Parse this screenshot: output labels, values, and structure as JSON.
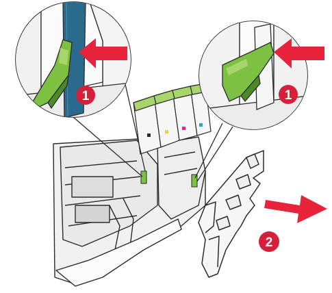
{
  "callouts": [
    {
      "id": "left-latch",
      "step": "1"
    },
    {
      "id": "right-latch",
      "step": "1"
    }
  ],
  "removal": {
    "step": "2"
  },
  "colors": {
    "badge_red": "#d6203a",
    "arrow_red": "#e8243c",
    "latch_green": "#7cc142",
    "latch_green_dark": "#4e8a2a",
    "toner_blue": "#2a6a8c",
    "outline": "#2b2b2b",
    "printer_gray": "#e9e9e9",
    "highlight_green": "#a8d66c",
    "toner_yellow": "#f2d21e",
    "toner_magenta": "#d6338a",
    "toner_cyan": "#22a6d8"
  },
  "icons": [
    "arrow-right-icon",
    "arrow-left-icon",
    "step-badge-icon"
  ]
}
